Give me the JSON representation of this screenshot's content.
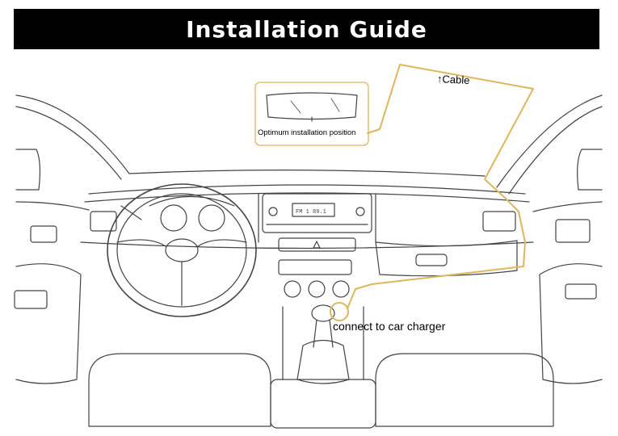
{
  "title": "Installation Guide",
  "labels": {
    "cable": "↑Cable",
    "optimum_position": "Optimum installation position",
    "charger": "connect to car charger"
  },
  "colors": {
    "title_background": "#000000",
    "title_text": "#ffffff",
    "cable": "#e3b45a",
    "line_art": "#444444"
  },
  "icons": [
    "rearview-mirror-icon",
    "steering-wheel-icon",
    "gear-shift-icon",
    "hazard-icon"
  ]
}
